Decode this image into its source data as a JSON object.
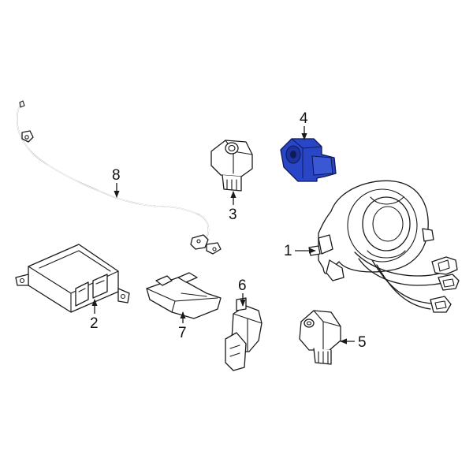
{
  "callouts": {
    "c1": "1",
    "c2": "2",
    "c3": "3",
    "c4": "4",
    "c5": "5",
    "c6": "6",
    "c7": "7",
    "c8": "8"
  },
  "highlight_color": "#2946c6"
}
